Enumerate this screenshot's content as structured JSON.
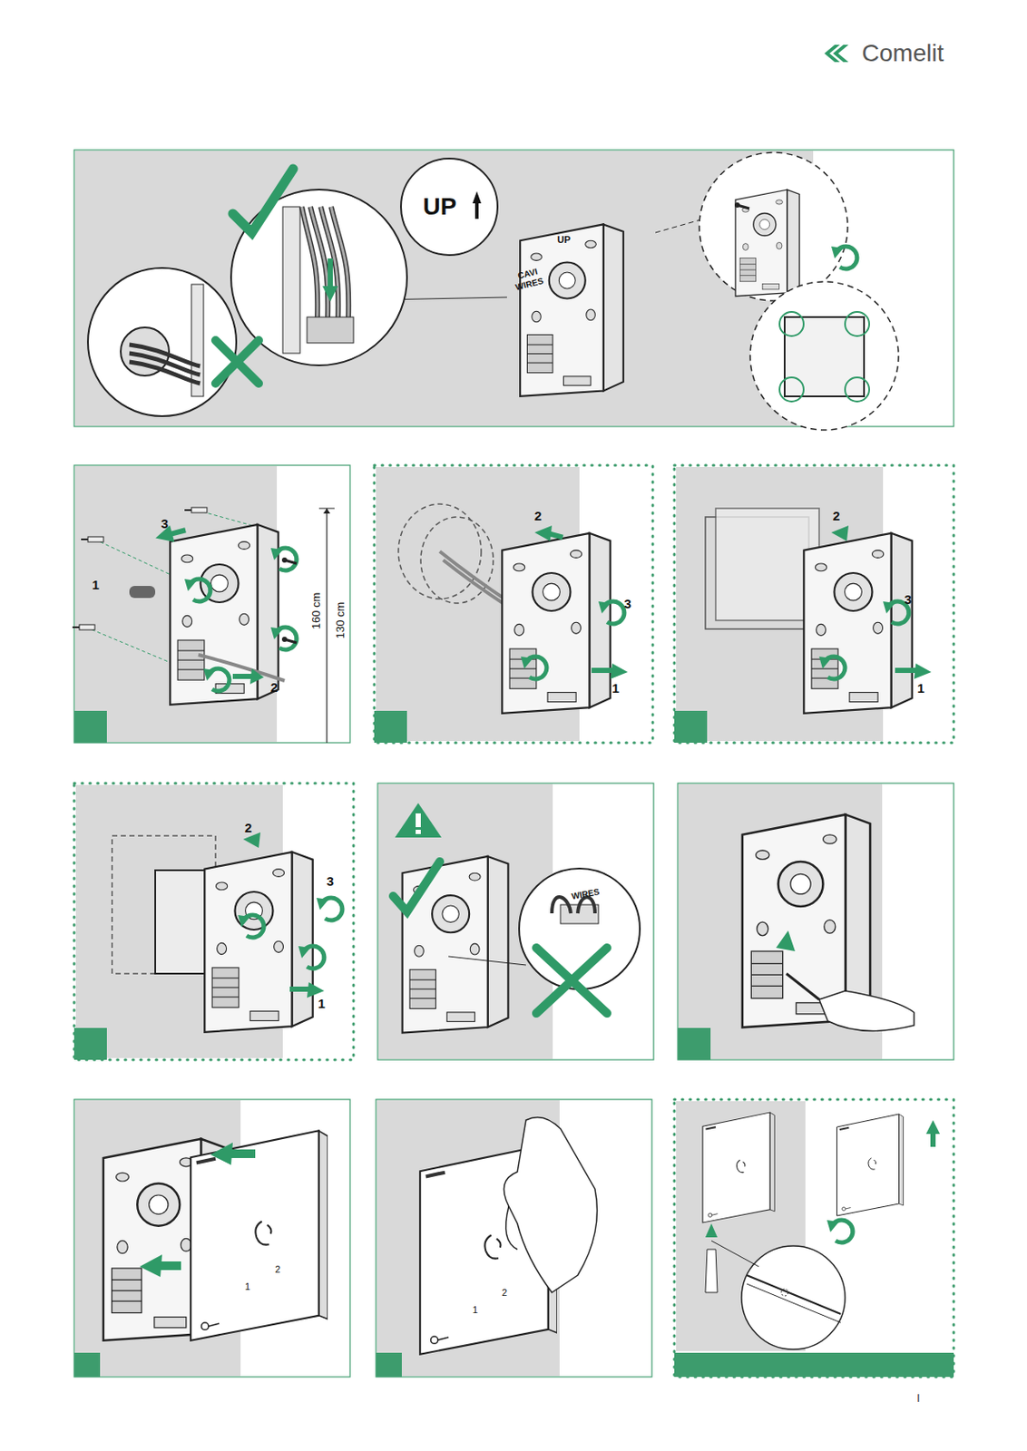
{
  "diagram": {
    "labels": [
      "Comelit",
      "UP",
      "UP",
      "CAVI",
      "WIRES",
      "3",
      "1",
      "160 cm",
      "130 cm",
      "2",
      "2",
      "3",
      "1",
      "2",
      "3",
      "1",
      "2",
      "3",
      "1",
      "WIRES",
      "1",
      "2",
      "1",
      "2",
      "I"
    ]
  }
}
